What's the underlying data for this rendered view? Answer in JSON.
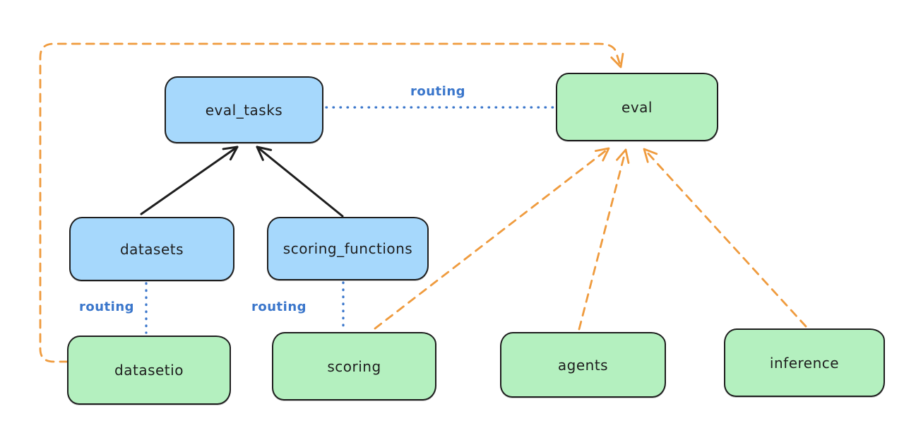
{
  "diagram": {
    "colors": {
      "background": "#ffffff",
      "node_stroke": "#1e1e1e",
      "api_node_fill_blue": "#a6d8fc",
      "provider_node_fill_green": "#b4f0bf",
      "routing_edge_blue": "#3a76cb",
      "provider_edge_orange": "#ef9b3e"
    },
    "nodes": {
      "eval_tasks": {
        "label": "eval_tasks",
        "color": "blue"
      },
      "eval": {
        "label": "eval",
        "color": "green"
      },
      "datasets": {
        "label": "datasets",
        "color": "blue"
      },
      "scoring_functions": {
        "label": "scoring_functions",
        "color": "blue"
      },
      "datasetio": {
        "label": "datasetio",
        "color": "green"
      },
      "scoring": {
        "label": "scoring",
        "color": "green"
      },
      "agents": {
        "label": "agents",
        "color": "green"
      },
      "inference": {
        "label": "inference",
        "color": "green"
      }
    },
    "edge_labels": {
      "routing_eval_tasks_to_eval": "routing",
      "routing_datasets_to_datasetio": "routing",
      "routing_scoring_functions_to_scoring": "routing"
    },
    "edges": [
      {
        "from": "datasets",
        "to": "eval_tasks",
        "style": "solid-black-arrow"
      },
      {
        "from": "scoring_functions",
        "to": "eval_tasks",
        "style": "solid-black-arrow"
      },
      {
        "from": "eval_tasks",
        "to": "eval",
        "style": "dotted-blue",
        "label": "routing"
      },
      {
        "from": "datasets",
        "to": "datasetio",
        "style": "dotted-blue",
        "label": "routing"
      },
      {
        "from": "scoring_functions",
        "to": "scoring",
        "style": "dotted-blue",
        "label": "routing"
      },
      {
        "from": "datasetio",
        "to": "eval",
        "style": "dashed-orange-arrow",
        "route": "around-left-and-top"
      },
      {
        "from": "scoring",
        "to": "eval",
        "style": "dashed-orange-arrow"
      },
      {
        "from": "agents",
        "to": "eval",
        "style": "dashed-orange-arrow"
      },
      {
        "from": "inference",
        "to": "eval",
        "style": "dashed-orange-arrow"
      }
    ]
  }
}
